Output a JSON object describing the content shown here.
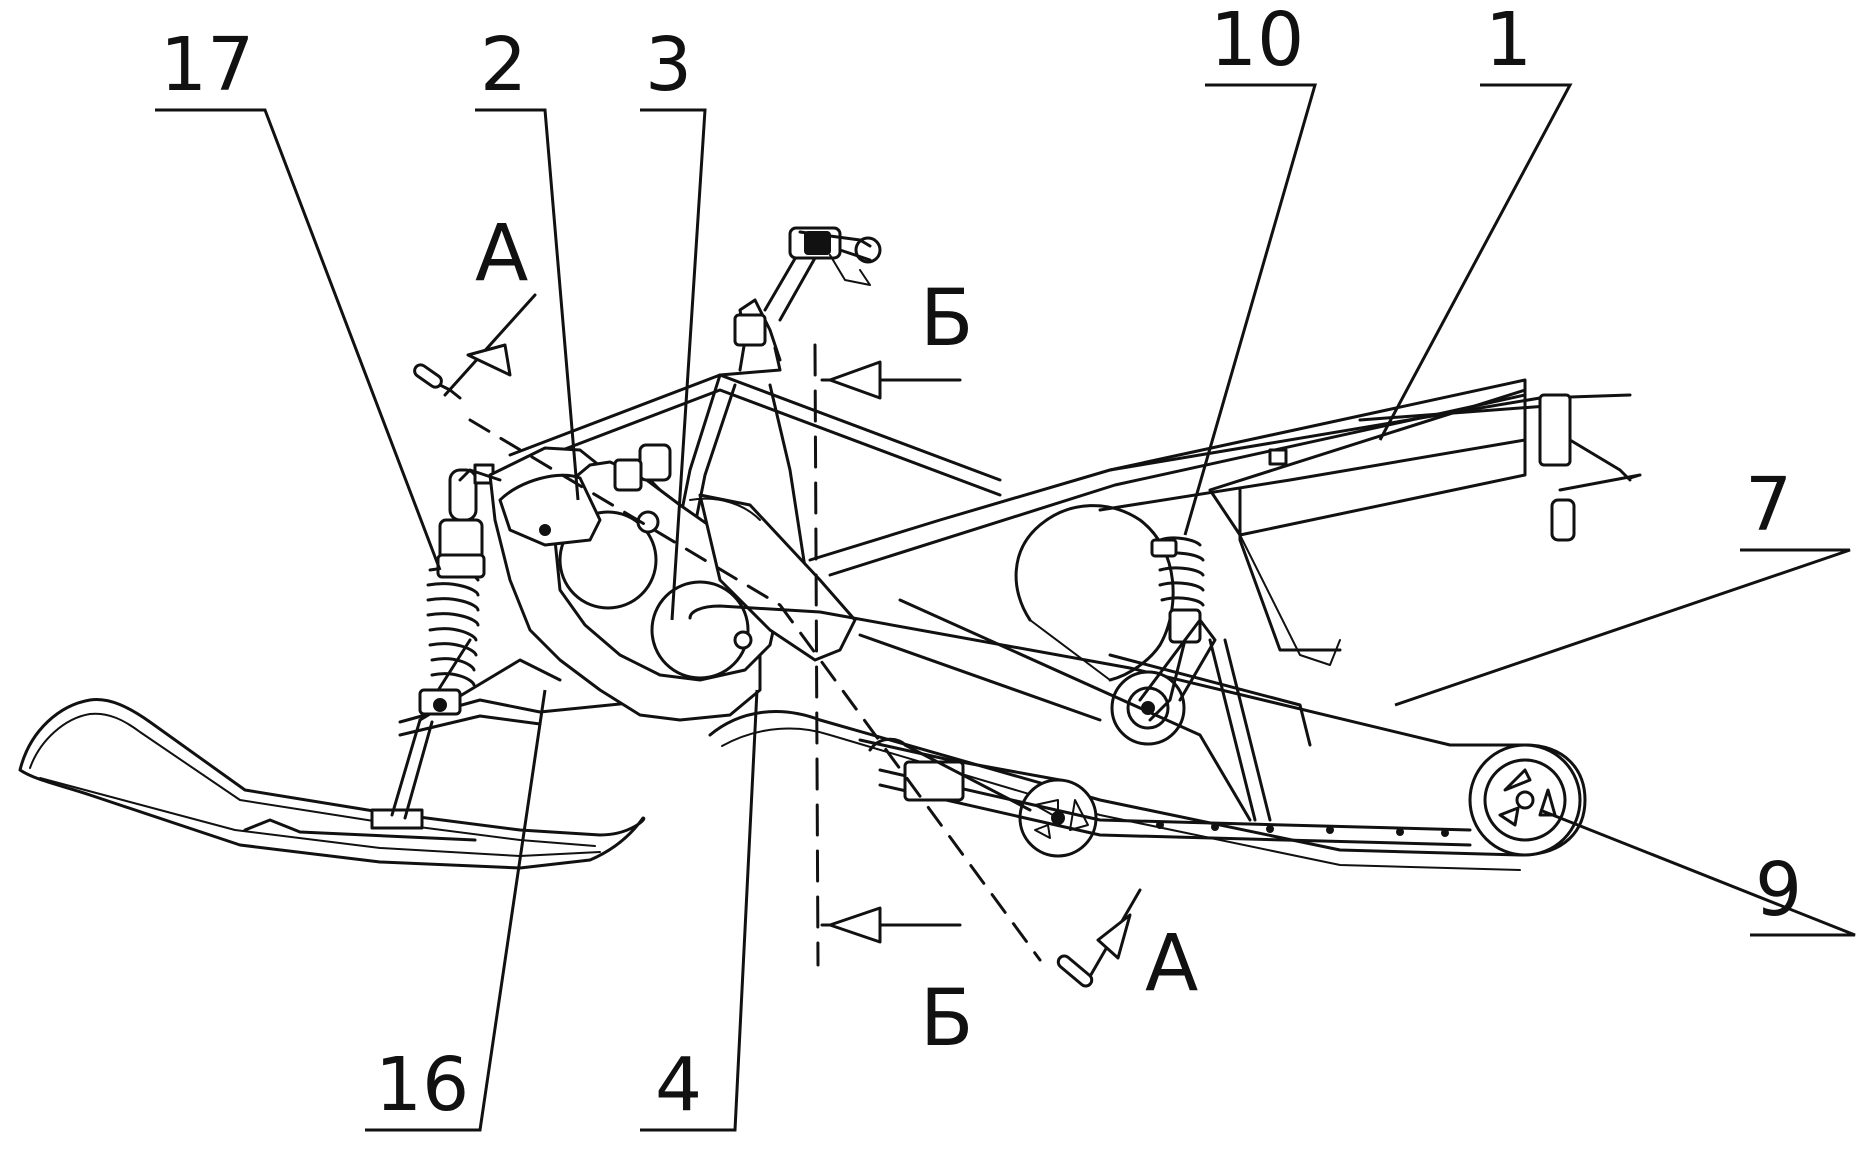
{
  "callouts": [
    {
      "id": "17",
      "text": "17"
    },
    {
      "id": "2",
      "text": "2"
    },
    {
      "id": "3",
      "text": "3"
    },
    {
      "id": "10",
      "text": "10"
    },
    {
      "id": "1",
      "text": "1"
    },
    {
      "id": "7",
      "text": "7"
    },
    {
      "id": "9",
      "text": "9"
    },
    {
      "id": "16",
      "text": "16"
    },
    {
      "id": "4",
      "text": "4"
    }
  ],
  "section_marks": {
    "a_top": "A",
    "a_bottom": "A",
    "b_top": "Б",
    "b_bottom": "Б"
  },
  "colors": {
    "ink": "#111111",
    "paper": "#ffffff"
  }
}
